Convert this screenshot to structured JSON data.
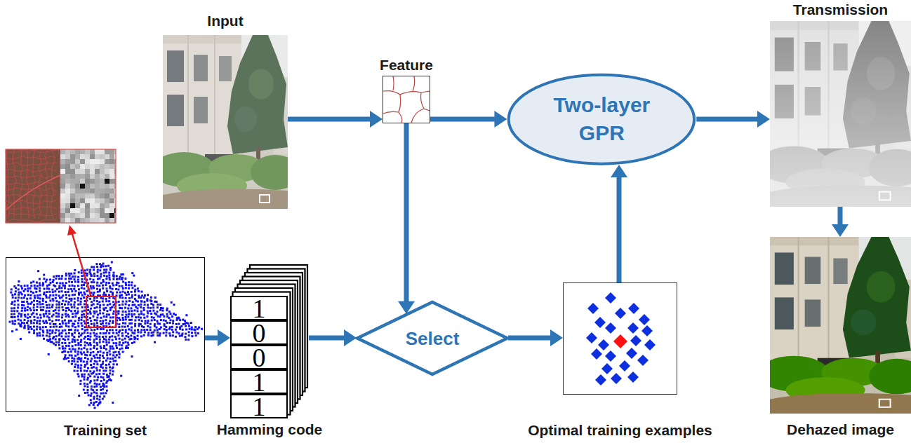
{
  "diagram": {
    "nodes": [
      {
        "text": [
          "Input"
        ]
      },
      {
        "text": [
          "Feature"
        ]
      },
      {
        "text": [
          "Two-layer GPR"
        ]
      },
      {
        "text": [
          "Transmission"
        ]
      },
      {
        "text": [
          "Training set"
        ]
      },
      {
        "text": [
          "Hamming code"
        ]
      },
      {
        "text": [
          "1"
        ],
        "in": 5
      },
      {
        "text": [
          "0"
        ],
        "in": 5
      },
      {
        "text": [
          "0"
        ],
        "in": 5
      },
      {
        "text": [
          "1"
        ],
        "in": 5
      },
      {
        "text": [
          "1"
        ],
        "in": 5
      },
      {
        "text": [
          "Select"
        ]
      },
      {
        "text": [
          "Optimal training examples"
        ]
      },
      {
        "text": [
          "Dehazed image"
        ]
      }
    ],
    "edges": [
      {
        "from": 0,
        "to": 1,
        "arrow": "to"
      },
      {
        "from": 1,
        "to": 2,
        "arrow": "to"
      },
      {
        "from": 2,
        "to": 3,
        "arrow": "to"
      },
      {
        "from": 3,
        "to": 13,
        "arrow": "to"
      },
      {
        "from": 1,
        "to": 11,
        "arrow": "to"
      },
      {
        "from": 4,
        "to": 5,
        "arrow": "to"
      },
      {
        "from": 5,
        "to": 11,
        "arrow": "to"
      },
      {
        "from": 11,
        "to": 12,
        "arrow": "to"
      },
      {
        "from": 12,
        "to": 2,
        "arrow": "to"
      }
    ]
  }
}
